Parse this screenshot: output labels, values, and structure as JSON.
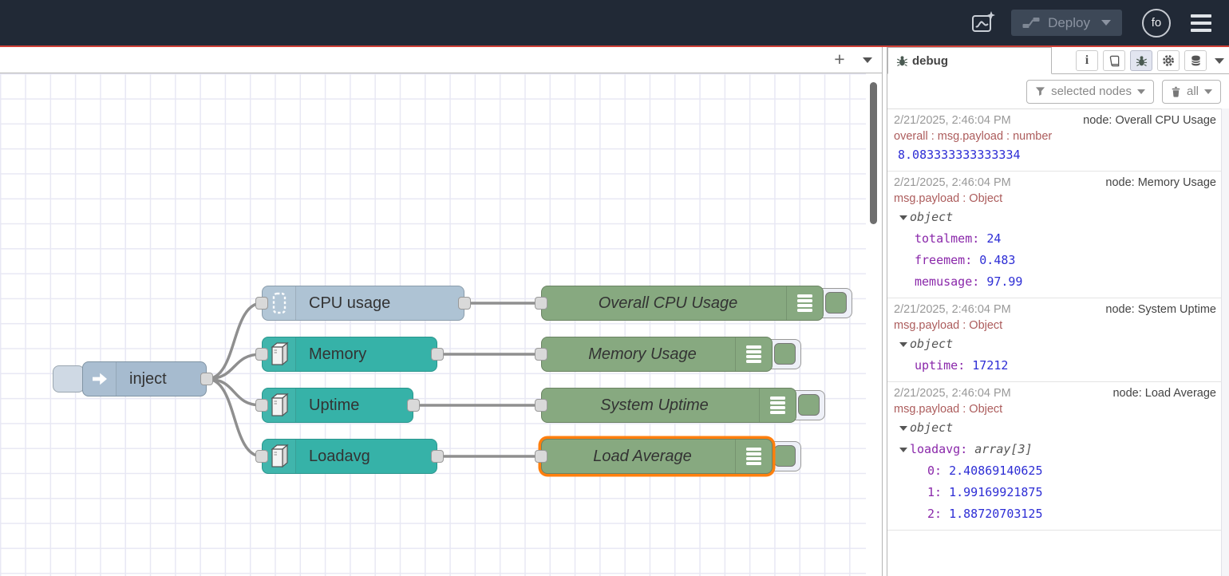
{
  "header": {
    "deploy": {
      "label": "Deploy"
    },
    "avatar": "fo"
  },
  "icons": {
    "add_flow": "+",
    "info": "i",
    "names": [
      "export-flow-icon",
      "deploy-icon",
      "hamburger-icon",
      "bug-icon",
      "info-icon",
      "book-icon",
      "gear-icon",
      "database-icon",
      "funnel-icon",
      "trash-icon",
      "inject-arrow-icon",
      "cpu-chip-icon",
      "computer-tower-icon",
      "debug-list-icon"
    ]
  },
  "colors": {
    "header_bg": "#212936",
    "accent_red": "#cf3f36",
    "inject_blue": "#a6bbcf",
    "os_blue": "#aec3d4",
    "os_teal": "#36b2a8",
    "debug_green": "#87a980",
    "selection_orange": "#ff7f0e",
    "wire_gray": "#8f8f8f",
    "key_purple": "#8a28aa",
    "value_blue": "#2d2dd5",
    "property_red": "#ac5c5c"
  },
  "flow": {
    "inject": {
      "label": "inject"
    },
    "os_nodes": [
      {
        "label": "CPU usage"
      },
      {
        "label": "Memory"
      },
      {
        "label": "Uptime"
      },
      {
        "label": "Loadavg"
      }
    ],
    "debug_nodes": [
      {
        "label": "Overall CPU Usage",
        "selected": false
      },
      {
        "label": "Memory Usage",
        "selected": false
      },
      {
        "label": "System Uptime",
        "selected": false
      },
      {
        "label": "Load Average",
        "selected": true
      }
    ]
  },
  "sidebar": {
    "tab": "debug",
    "filter_label": "selected nodes",
    "clear_label": "all",
    "messages": [
      {
        "timestamp": "2/21/2025, 2:46:04 PM",
        "node": "node: Overall CPU Usage",
        "property": "overall : msg.payload : number",
        "value": "8.083333333333334"
      },
      {
        "timestamp": "2/21/2025, 2:46:04 PM",
        "node": "node: Memory Usage",
        "property": "msg.payload : Object",
        "object_label": "object",
        "entries": [
          {
            "key": "totalmem",
            "value": "24"
          },
          {
            "key": "freemem",
            "value": "0.483"
          },
          {
            "key": "memusage",
            "value": "97.99"
          }
        ]
      },
      {
        "timestamp": "2/21/2025, 2:46:04 PM",
        "node": "node: System Uptime",
        "property": "msg.payload : Object",
        "object_label": "object",
        "entries": [
          {
            "key": "uptime",
            "value": "17212"
          }
        ]
      },
      {
        "timestamp": "2/21/2025, 2:46:04 PM",
        "node": "node: Load Average",
        "property": "msg.payload : Object",
        "object_label": "object",
        "array_key": "loadavg",
        "array_type": "array[3]",
        "entries": [
          {
            "key": "0",
            "value": "2.40869140625"
          },
          {
            "key": "1",
            "value": "1.99169921875"
          },
          {
            "key": "2",
            "value": "1.88720703125"
          }
        ]
      }
    ]
  }
}
